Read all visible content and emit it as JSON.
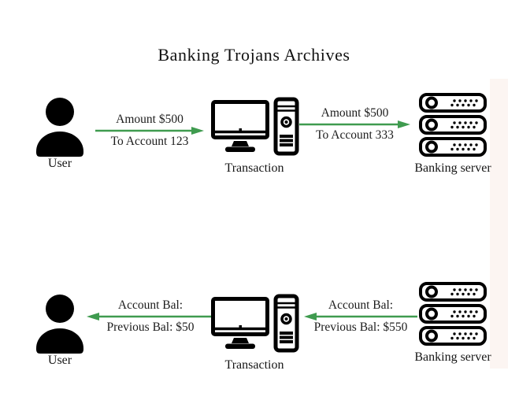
{
  "title": "Banking Trojans Archives",
  "colors": {
    "arrow_green": "#3f9b4f",
    "icon_black": "#000000",
    "accent_strip": "#fcf5f2",
    "background": "#ffffff"
  },
  "rows": [
    {
      "user": {
        "label": "User",
        "icon": "person-icon"
      },
      "transaction": {
        "label": "Transaction",
        "icon": "desktop-computer-icon"
      },
      "server": {
        "label": "Banking server",
        "icon": "server-rack-icon"
      },
      "arrow_user_to_transaction": {
        "line1": "Amount $500",
        "line2": "To Account 123",
        "direction": "right"
      },
      "arrow_transaction_to_server": {
        "line1": "Amount $500",
        "line2": "To Account 333",
        "direction": "right"
      }
    },
    {
      "user": {
        "label": "User",
        "icon": "person-icon"
      },
      "transaction": {
        "label": "Transaction",
        "icon": "desktop-computer-icon"
      },
      "server": {
        "label": "Banking server",
        "icon": "server-rack-icon"
      },
      "arrow_transaction_to_user": {
        "line1": "Account Bal:",
        "line2": "Previous Bal: $50",
        "direction": "left"
      },
      "arrow_server_to_transaction": {
        "line1": "Account Bal:",
        "line2": "Previous Bal: $550",
        "direction": "left"
      }
    }
  ]
}
